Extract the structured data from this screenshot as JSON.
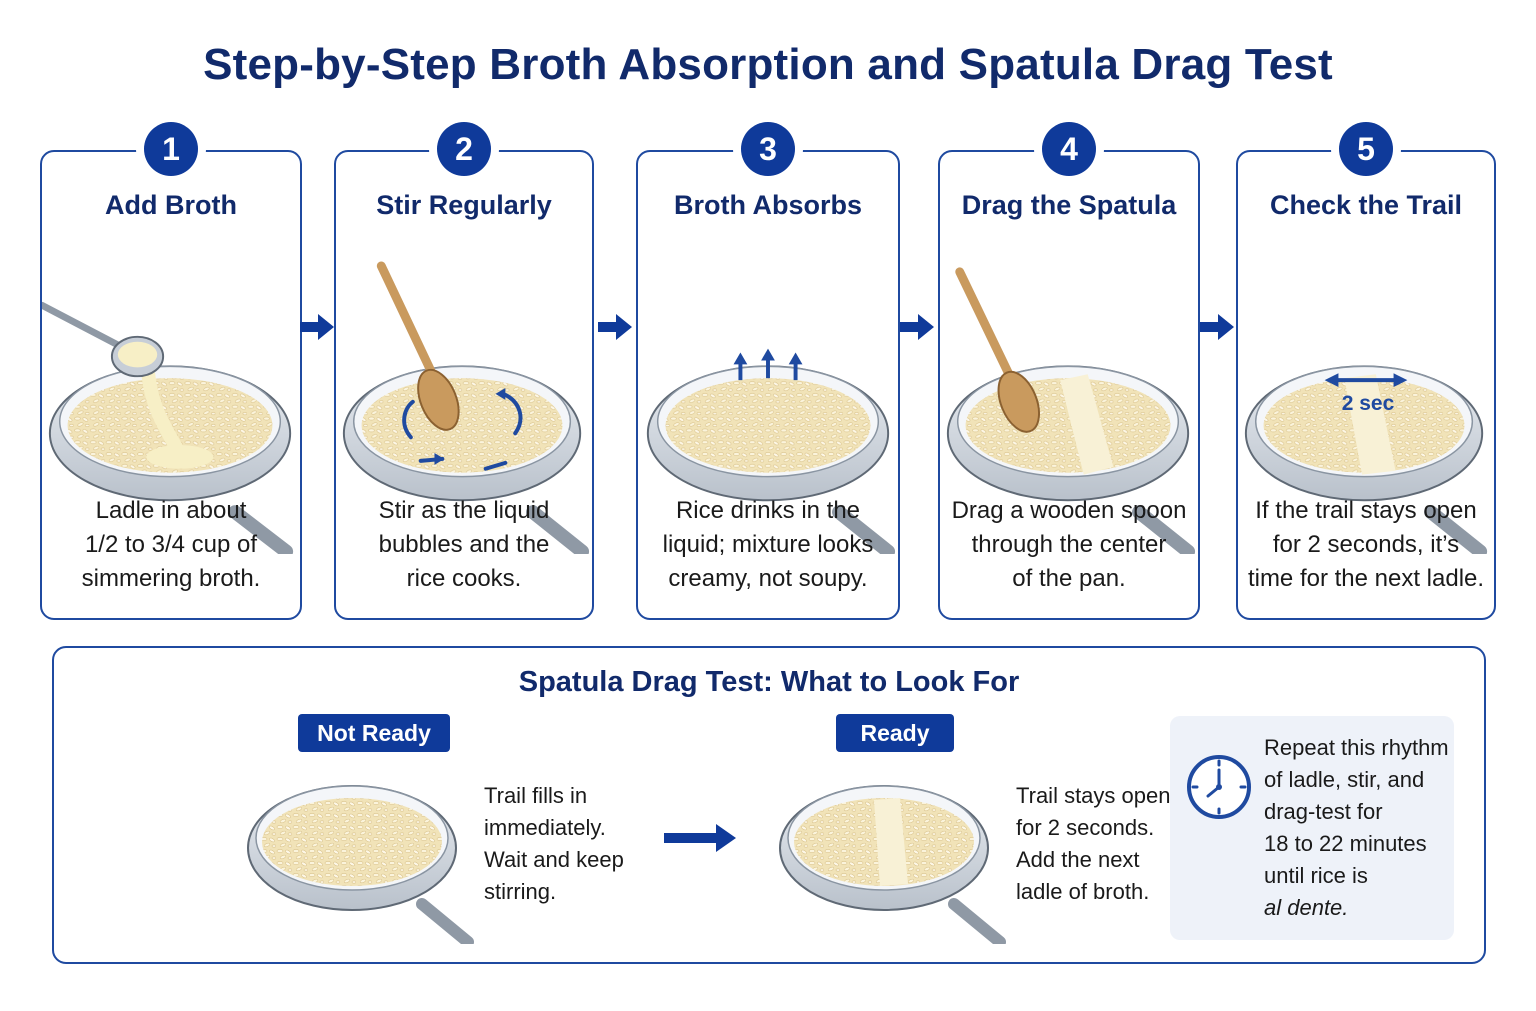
{
  "title": "Step-by-Step Broth Absorption and Spatula Drag Test",
  "steps": [
    {
      "number": "1",
      "title": "Add Broth",
      "desc": [
        "Ladle in about",
        "1/2 to 3/4 cup of",
        "simmering broth."
      ]
    },
    {
      "number": "2",
      "title": "Stir Regularly",
      "desc": [
        "Stir as the liquid",
        "bubbles and the",
        "rice cooks."
      ]
    },
    {
      "number": "3",
      "title": "Broth Absorbs",
      "desc": [
        "Rice drinks in the",
        "liquid; mixture looks",
        "creamy, not soupy."
      ]
    },
    {
      "number": "4",
      "title": "Drag the Spatula",
      "desc": [
        "Drag a wooden spoon",
        "through the center",
        "of the pan."
      ]
    },
    {
      "number": "5",
      "title": "Check the Trail",
      "desc": [
        "If the trail stays open",
        "for 2 seconds, it’s",
        "time for the next ladle."
      ]
    }
  ],
  "timer_label": "2 sec",
  "test": {
    "title": "Spatula Drag Test: What to Look For",
    "not_ready": {
      "label": "Not Ready",
      "desc": [
        "Trail fills in",
        "immediately.",
        "Wait and keep",
        "stirring."
      ]
    },
    "ready": {
      "label": "Ready",
      "desc": [
        "Trail stays open",
        "for 2 seconds.",
        "Add the next",
        "ladle of broth."
      ]
    },
    "tip": [
      "Repeat this rhythm",
      "of ladle, stir, and",
      "drag-test for",
      "18 to 22 minutes",
      "until rice is",
      "al dente."
    ]
  },
  "icons": {
    "arrow": "right-arrow-icon",
    "clock": "clock-icon"
  },
  "colors": {
    "primary": "#0f3a9a",
    "title": "#112a6b",
    "rice": "#f1e3b8",
    "broth": "#f7efc6",
    "spoon": "#c99a5e"
  }
}
